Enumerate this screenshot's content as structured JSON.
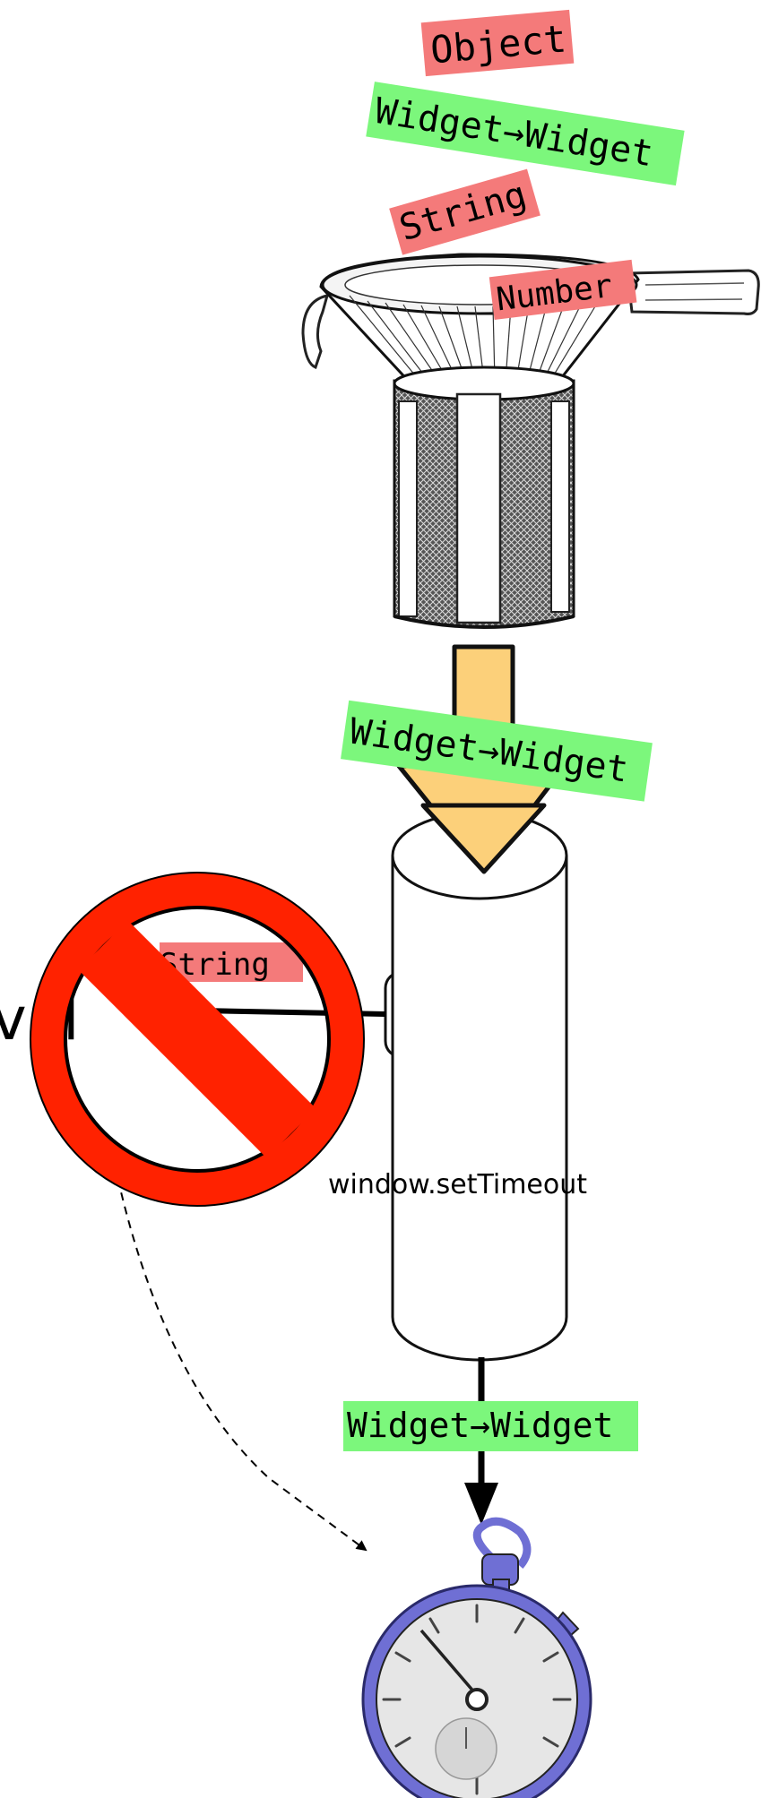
{
  "labels": {
    "object": "Object",
    "widget_top": "Widget→Widget",
    "string_top": "String",
    "number_top": "Number",
    "widget_mid": "Widget→Widget",
    "string_side": "String",
    "eval_text": "eval",
    "settimeout": "window.setTimeout",
    "widget_bottom": "Widget→Widget"
  },
  "colors": {
    "red_tag": "#f47a7a",
    "green_tag": "#7cf77c",
    "funnel_arrow": "#fcd07a",
    "no_sign": "#ff2200",
    "stopwatch_body": "#6f6fd4",
    "stopwatch_face": "#e6e6e6"
  },
  "icons": {
    "filter": "funnel-strainer-icon",
    "prohibited": "no-sign-icon",
    "timer": "stopwatch-icon"
  }
}
